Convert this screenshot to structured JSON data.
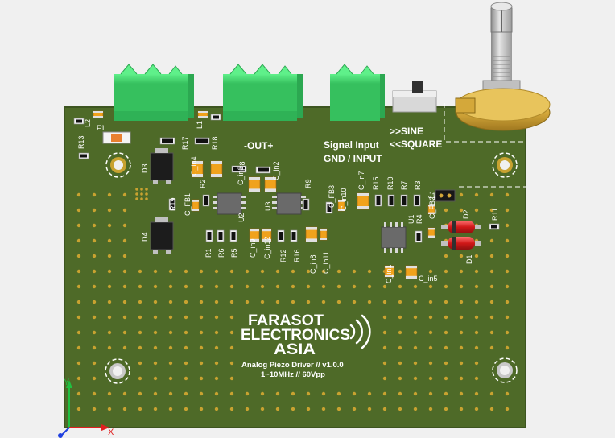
{
  "board": {
    "headings": {
      "out": "-OUT+",
      "signal": "Signal Input",
      "gnd": "GND / INPUT",
      "sine": ">>SINE",
      "square": "<<SQUARE"
    },
    "logo": {
      "line1": "FARASOT",
      "line2": "ELECTRONICS",
      "line3": "ASIA"
    },
    "product": "Analog Piezo Driver // v1.0.0",
    "spec": "1~10MHz // 60Vpp",
    "refdes": {
      "L2": "L2",
      "F1": "F1",
      "R13": "R13",
      "R17": "R17",
      "L1": "L1",
      "R18": "R18",
      "D3": "D3",
      "D4": "D4",
      "R19": "R19",
      "C_FB1": "C_FB1",
      "R2": "R2",
      "C_in4": "C_in4",
      "C_in3": "C_in3",
      "R8": "R8",
      "C_in2": "C_in2",
      "U2": "U2",
      "U3": "U3",
      "R1": "R1",
      "R6": "R6",
      "R5": "R5",
      "C_in9": "C_in9",
      "C_in12": "C_in12",
      "R12": "R12",
      "R16": "R16",
      "C_in8": "C_in8",
      "C_in11": "C_in11",
      "R9": "R9",
      "C_FB3": "C_FB3",
      "C_in10": "C_in10",
      "C_in7": "C_in7",
      "R15": "R15",
      "R10": "R10",
      "R7": "R7",
      "R3": "R3",
      "J1": "J1",
      "C_FB2": "C_FB2",
      "U1": "U1",
      "R4": "R4",
      "D2": "D2",
      "D1": "D1",
      "R11": "R11",
      "C_in1": "C_in1",
      "C_in5": "C_in5"
    },
    "axes": {
      "y": "Y",
      "x": "X"
    }
  },
  "colors": {
    "board": "#4e6a28",
    "board_edge": "#3d5520",
    "connector": "#3fd46a",
    "connector_dark": "#2ca851",
    "background": "#f0f0f0",
    "copper": "#c8a230",
    "axis_x": "#e02020",
    "axis_y": "#20c040",
    "axis_z": "#2040e0"
  }
}
